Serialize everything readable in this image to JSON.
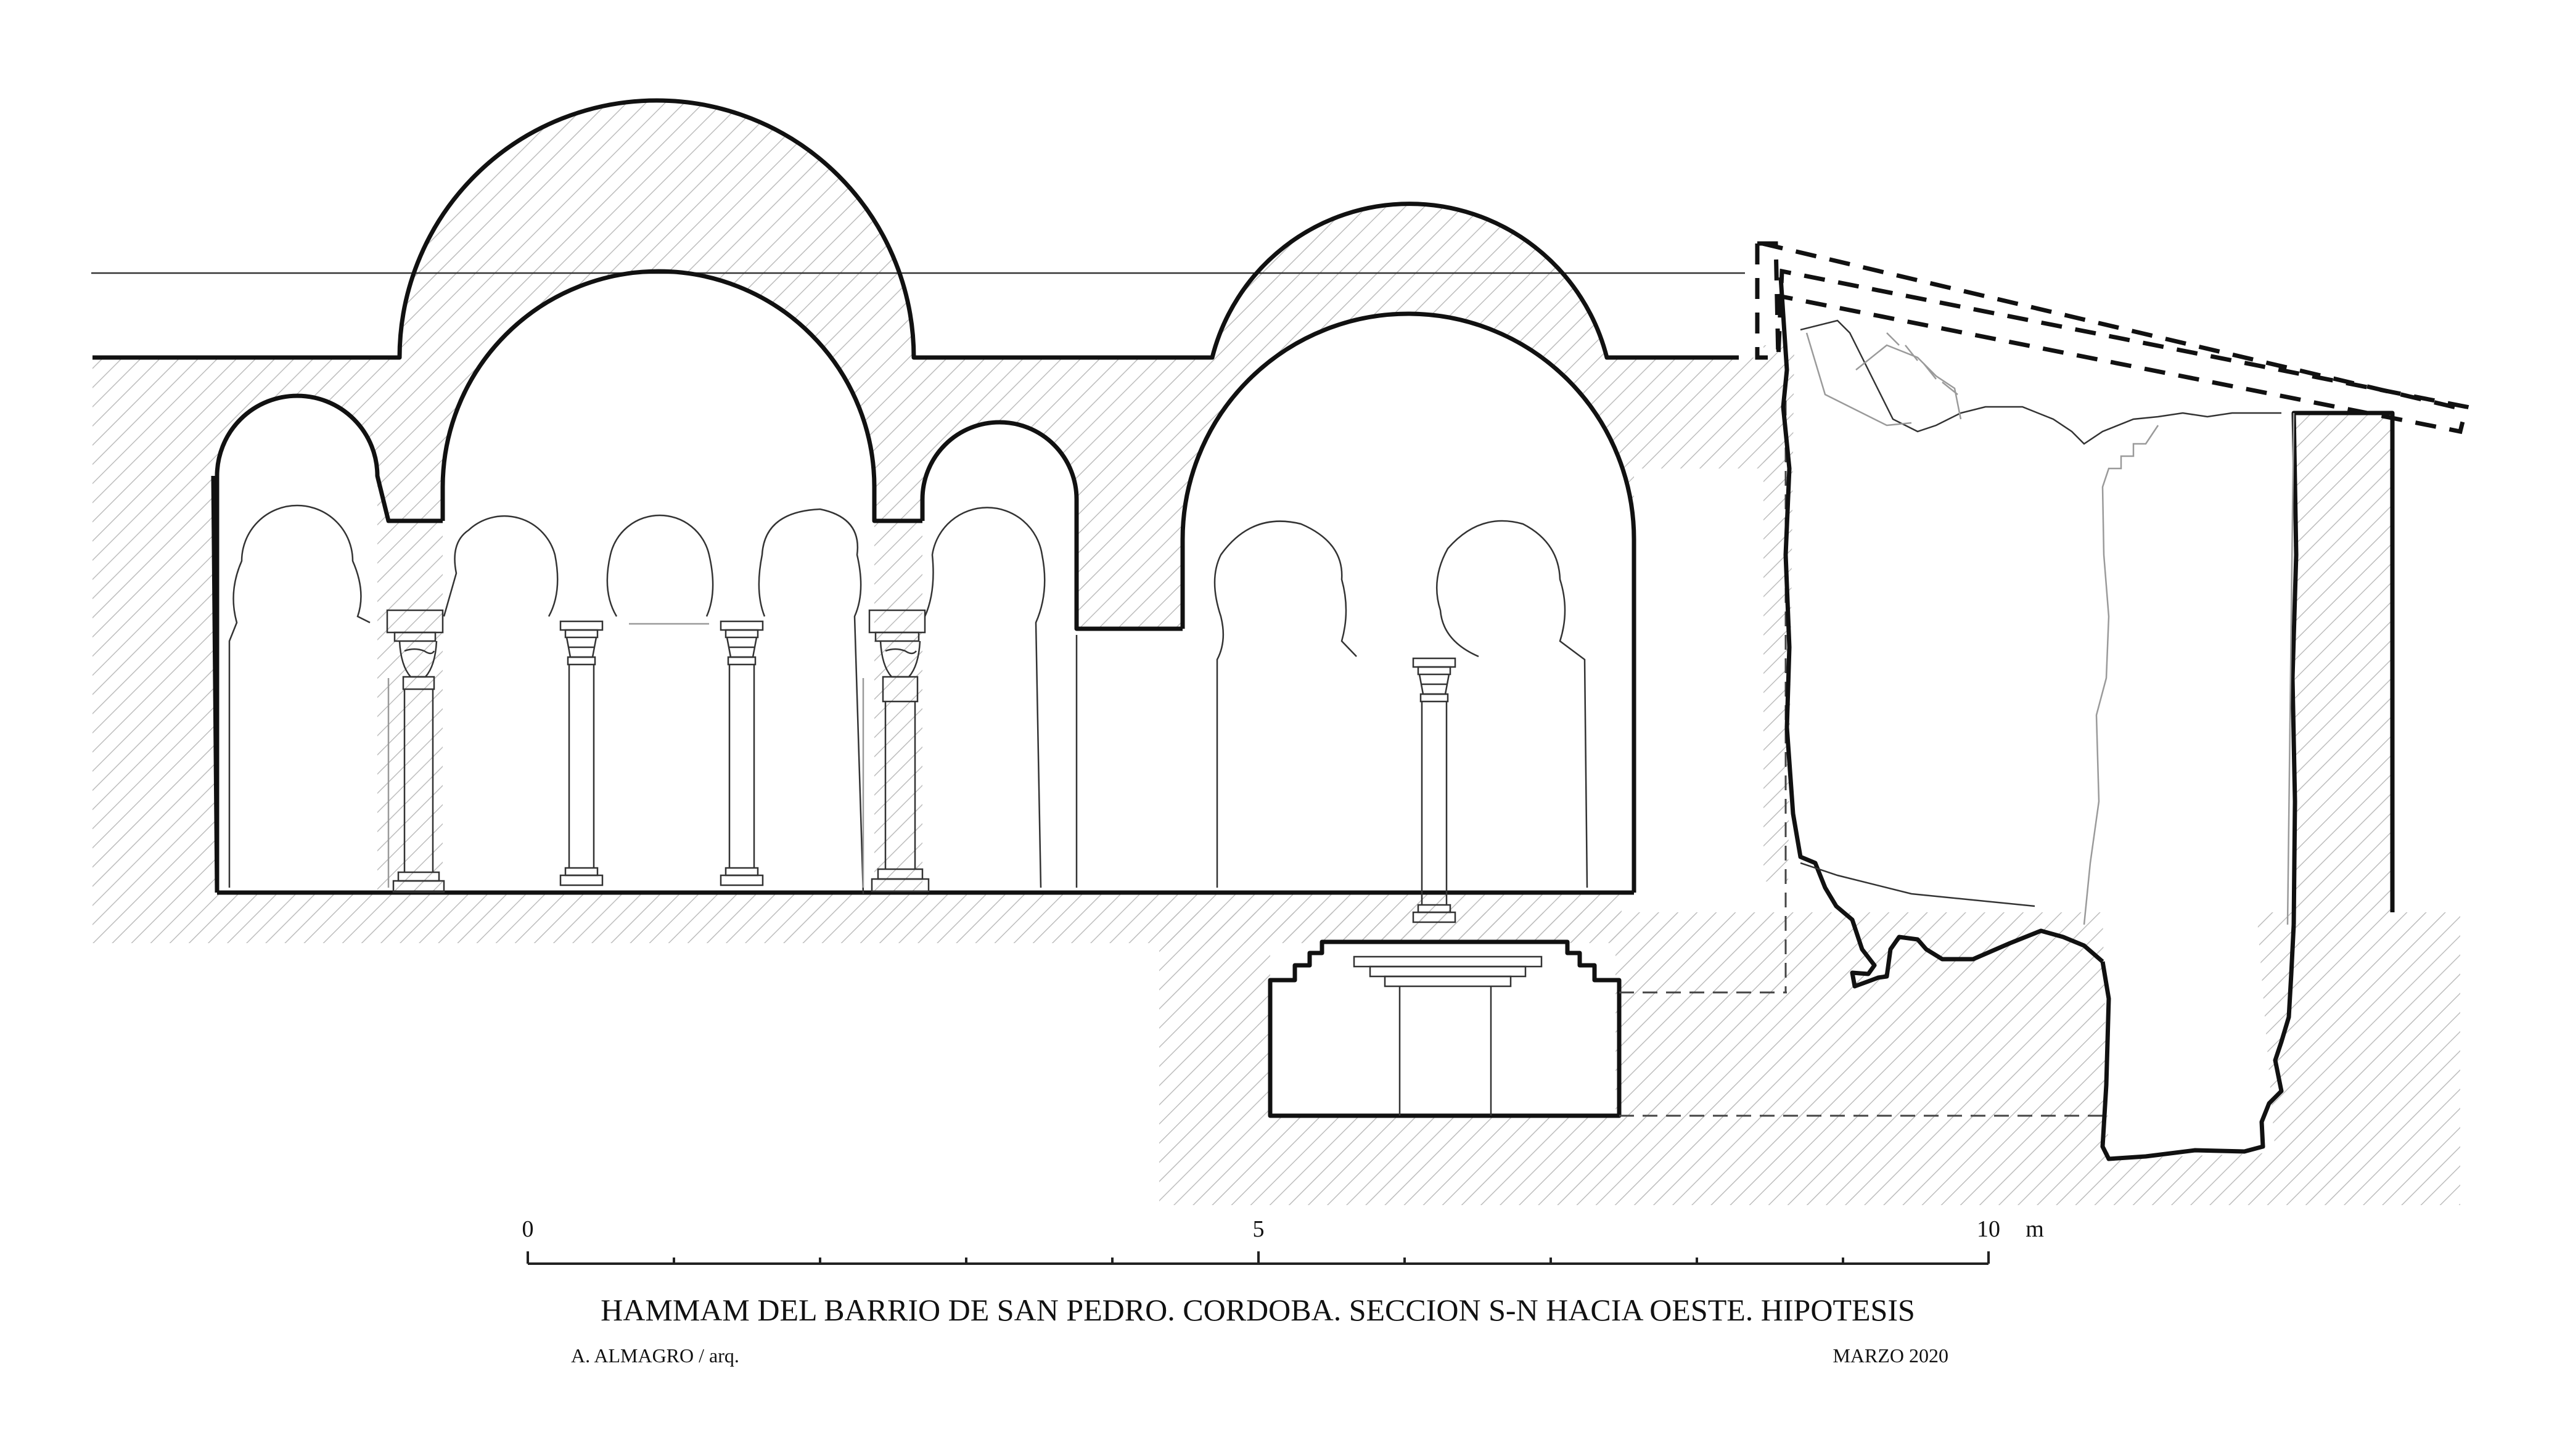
{
  "title": "HAMMAM DEL BARRIO DE SAN PEDRO. CORDOBA. SECCION S-N HACIA OESTE. HIPOTESIS",
  "author": "A. ALMAGRO / arq.",
  "date": "MARZO 2020",
  "scale": {
    "labels": [
      "0",
      "5",
      "10"
    ],
    "unit": "m"
  },
  "colors": {
    "ink": "#111111",
    "hatch": "#bdbdbd",
    "faint": "#9a9a9a",
    "background": "#ffffff"
  }
}
